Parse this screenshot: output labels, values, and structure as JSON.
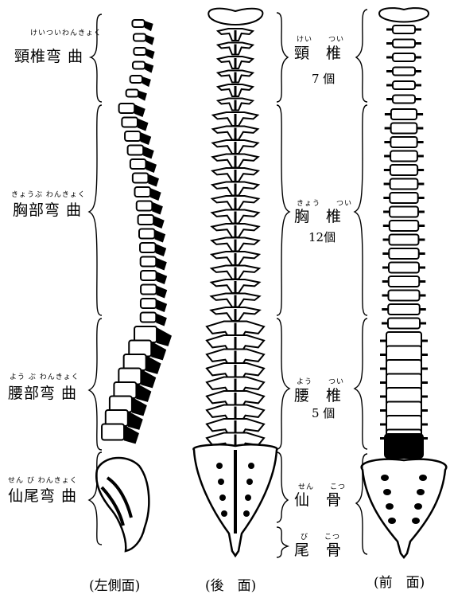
{
  "curvatures": [
    {
      "ruby": "けいついわんきょく",
      "label": "頸椎弯 曲"
    },
    {
      "ruby": "きょうぶ わんきょく",
      "label": "胸部弯 曲"
    },
    {
      "ruby": "よう ぶ わんきょく",
      "label": "腰部弯 曲"
    },
    {
      "ruby": "せん び わんきょく",
      "label": "仙尾弯 曲"
    }
  ],
  "vertebrae": [
    {
      "ruby": "けい　　つい",
      "label": "頸　椎",
      "count": "7 個"
    },
    {
      "ruby": "きょう　　つい",
      "label": "胸　椎",
      "count": "12個"
    },
    {
      "ruby": "よう　　つい",
      "label": "腰　椎",
      "count": "5 個"
    },
    {
      "ruby": "せん　　こつ",
      "label": "仙　骨",
      "count": ""
    },
    {
      "ruby": "び　　こつ",
      "label": "尾　骨",
      "count": ""
    }
  ],
  "captions": {
    "left": "(左側面)",
    "back": "(後　面)",
    "front": "(前　面)"
  }
}
